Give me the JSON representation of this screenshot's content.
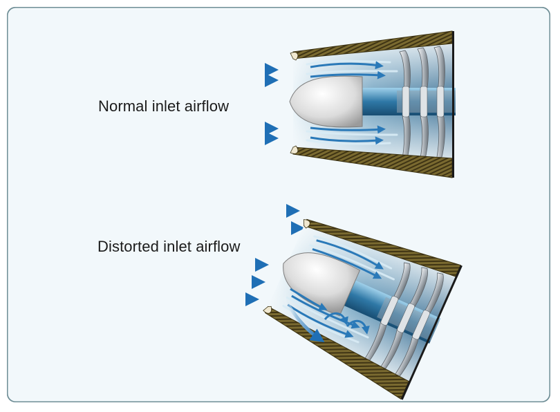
{
  "labels": {
    "normal": "Normal inlet airflow",
    "distorted": "Distorted inlet airflow"
  },
  "colors": {
    "frame_background": "#f2f8fb",
    "frame_border": "#6f8e96",
    "arrow_blue": "#1f6fb5",
    "inlet_cowl": "#6b5b2a",
    "duct_blue": "#5f93b3",
    "spinner": "#e6e6e6",
    "shaft": "#3f86b0",
    "blades": "#c9cdd1"
  },
  "icons": [
    "airflow-arrow",
    "engine-inlet",
    "spinner-cone",
    "compressor-blades"
  ]
}
